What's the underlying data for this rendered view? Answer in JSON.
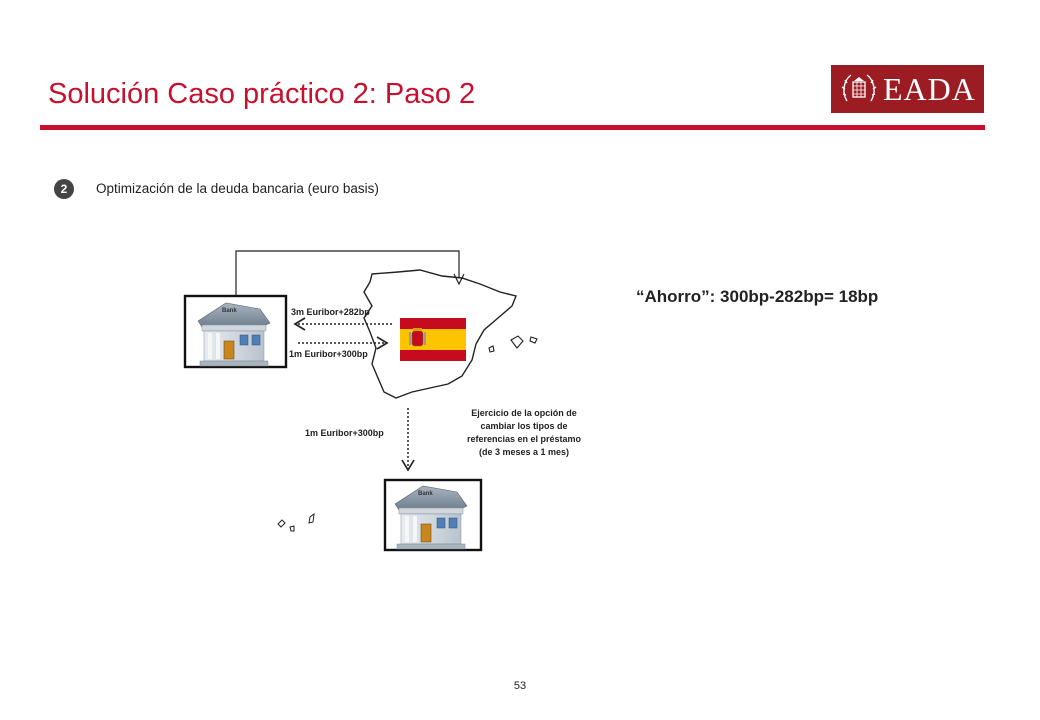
{
  "header": {
    "title": "Solución Caso práctico 2: Paso 2",
    "logo_text": "EADA",
    "accent_color": "#c8102e",
    "logo_bg_color": "#9b1c23"
  },
  "step": {
    "number": "2",
    "description": "Optimización de la deuda bancaria (euro basis)"
  },
  "diagram": {
    "bank_icon_label": "Bank",
    "arrow_in_label": "3m Euribor+282bp",
    "arrow_out_label": "1m Euribor+300bp",
    "vertical_label": "1m Euribor+300bp",
    "note": "Ejercicio de la opción de cambiar los tipos de referencias en el préstamo (de 3 meses a 1 mes)",
    "flag": {
      "red": "#c60b1e",
      "yellow": "#ffc400"
    }
  },
  "savings": "“Ahorro”: 300bp-282bp= 18bp",
  "footer": {
    "page_number": "53"
  }
}
